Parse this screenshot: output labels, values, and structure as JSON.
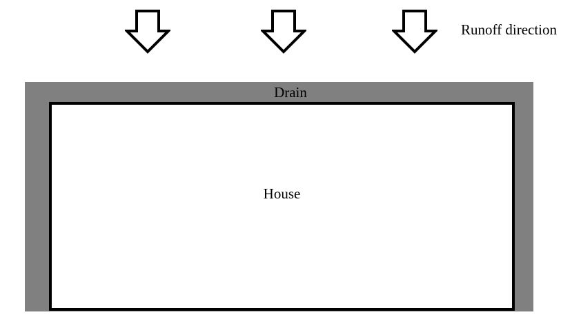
{
  "diagram": {
    "legend": {
      "label": "Runoff direction",
      "icon": "down-arrow-icon"
    },
    "arrows": [
      {
        "icon": "down-arrow-icon",
        "direction": "down"
      },
      {
        "icon": "down-arrow-icon",
        "direction": "down"
      },
      {
        "icon": "down-arrow-icon",
        "direction": "down"
      }
    ],
    "drain": {
      "label": "Drain",
      "color": "#808080"
    },
    "house": {
      "label": "House",
      "fill": "#ffffff",
      "border": "#000000"
    }
  }
}
